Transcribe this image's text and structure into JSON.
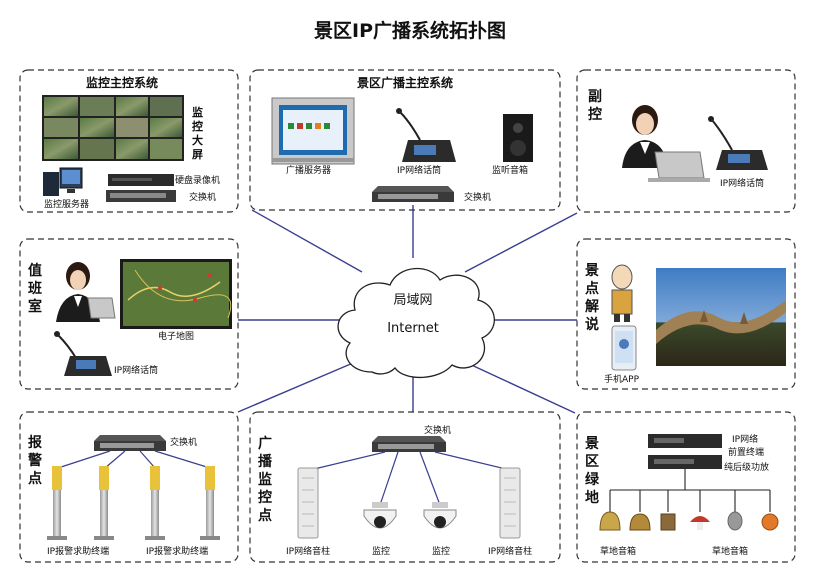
{
  "title": "景区IP广播系统拓扑图",
  "center": {
    "line1": "局域网",
    "line2": "Internet"
  },
  "colors": {
    "link": "#3a3f8f",
    "dash": "#333333"
  },
  "panels": {
    "monitor": {
      "title": "监控主控系统",
      "big_screen": "监控大屏",
      "dvr": "硬盘录像机",
      "switch": "交换机",
      "server": "监控服务器"
    },
    "broadcast": {
      "title": "景区广播主控系统",
      "server": "广播服务器",
      "mic": "IP网络话筒",
      "speaker_box": "监听音箱",
      "switch": "交换机"
    },
    "sub": {
      "title": "副控",
      "mic": "IP网络话筒"
    },
    "duty": {
      "title": "值班室",
      "map": "电子地图",
      "mic": "IP网络话筒"
    },
    "guide": {
      "title": "景点解说",
      "app": "手机APP"
    },
    "alarm": {
      "title": "报警点",
      "switch": "交换机",
      "term1": "IP报警求助终端",
      "term2": "IP报警求助终端"
    },
    "bcast_monitor": {
      "title": "广播监控点",
      "switch": "交换机",
      "col1": "IP网络音柱",
      "cam1": "监控",
      "cam2": "监控",
      "col2": "IP网络音柱"
    },
    "green": {
      "title": "景区绿地",
      "term_a": "IP网络",
      "term_b": "前置终端",
      "amp": "纯后级功放",
      "spk1": "草地音箱",
      "spk2": "草地音箱"
    }
  }
}
